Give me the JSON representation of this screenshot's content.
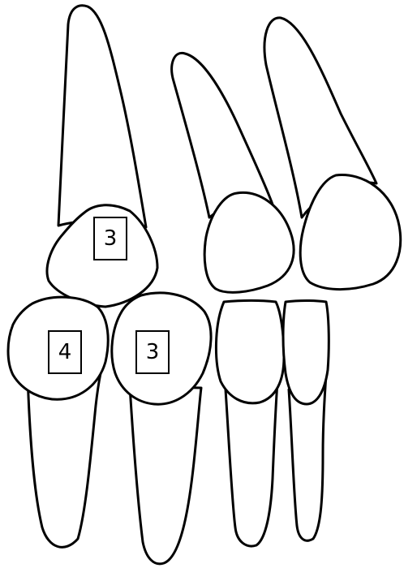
{
  "colors": {
    "outline": "#000000",
    "fill": "#ffffff",
    "background": "#ffffff"
  },
  "labels": {
    "upper_canine": "3",
    "lower_first_premolar": "4",
    "lower_canine": "3"
  }
}
